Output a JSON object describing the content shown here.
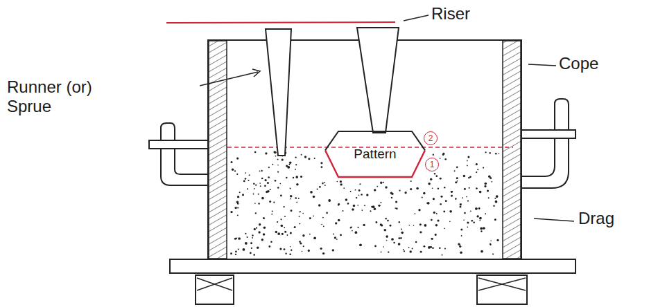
{
  "diagram": {
    "nodes": [
      {
        "text": [
          "Pattern"
        ]
      },
      {
        "text": [
          "2"
        ]
      },
      {
        "text": [
          "1"
        ]
      }
    ],
    "labels": [
      "Riser",
      "Runner (or) Sprue",
      "Cope",
      "Drag"
    ]
  }
}
